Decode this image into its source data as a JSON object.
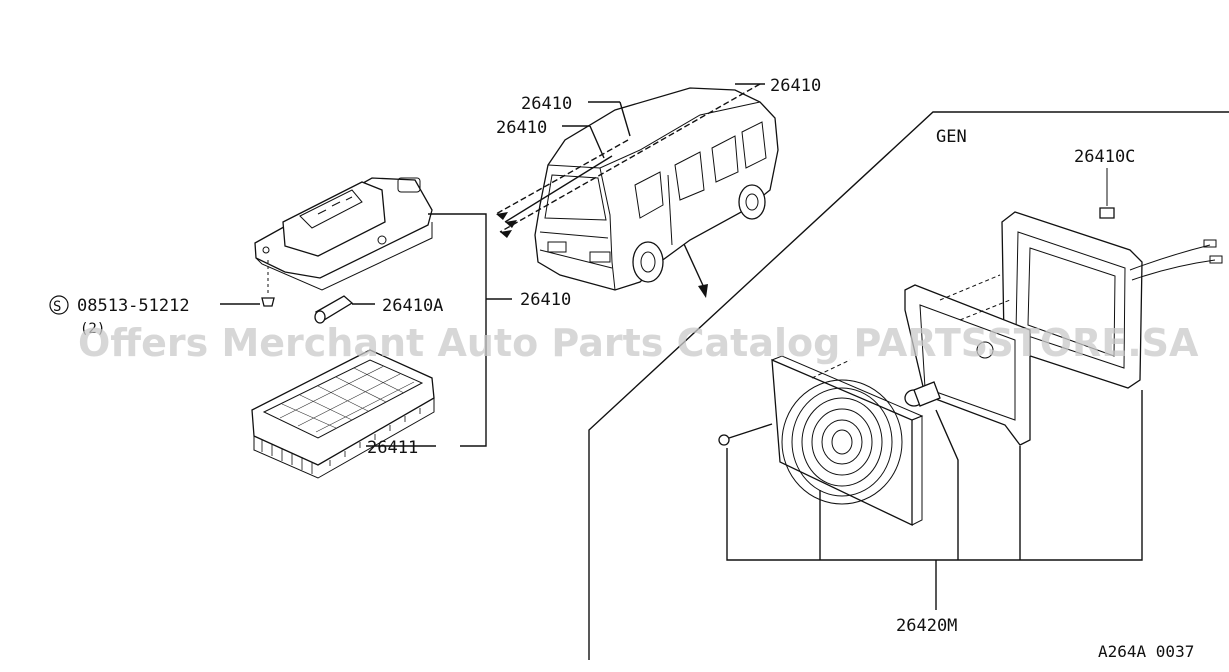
{
  "labels": {
    "van_top": "26410",
    "van_left_1": "26410",
    "van_left_2": "26410",
    "lamp_assembly": "26410",
    "bulb": "26410A",
    "lens": "26411",
    "screw_prefix_symbol": "S",
    "screw": "08513-51212",
    "screw_qty": "(2)",
    "variant": "GEN",
    "cap": "26410C",
    "kit": "26420M",
    "diagram_code": "A264A 0037"
  },
  "watermark": "Offers Merchant Auto Parts Catalog PARTSSTORE.SA"
}
